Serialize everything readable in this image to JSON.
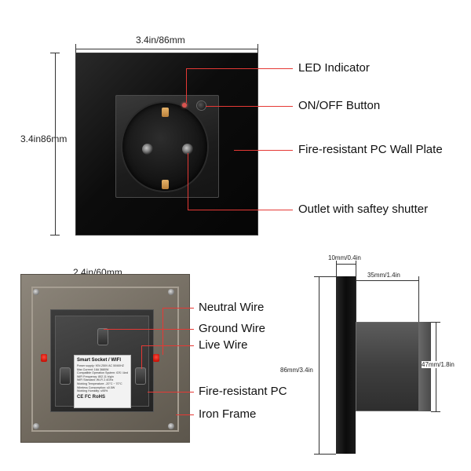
{
  "front": {
    "width_label": "3.4in/86mm",
    "height_label": "3.4in86mm",
    "callouts": [
      {
        "label": "LED Indicator"
      },
      {
        "label": "ON/OFF Button"
      },
      {
        "label": "Fire-resistant PC Wall Plate"
      },
      {
        "label": "Outlet with saftey shutter"
      }
    ]
  },
  "back": {
    "width_label": "2.4in/60mm",
    "callouts": [
      {
        "label": "Neutral Wire"
      },
      {
        "label": "Ground Wire"
      },
      {
        "label": "Live Wire"
      },
      {
        "label": "Fire-resistant PC"
      },
      {
        "label": "Iron Frame"
      }
    ],
    "info_card": {
      "title": "Smart Socket / WIFI",
      "lines": [
        "Power supply: 90V-250V AC 50/60HZ",
        "Max Current: 16A  3680W",
        "Compatible Operation System: iOS / Android",
        "WiFi Frequency: 802.11 b/g/n",
        "WiFi Standard: Wi-Fi 2.4GHz",
        "Working Temperature: -20°C ~ 70°C",
        "Wireless Consumption: ≤0.5W",
        "Working Humidity: ≤95%"
      ],
      "certs": "CE  FC  RoHS"
    }
  },
  "side": {
    "thickness_label": "10mm/0.4in",
    "depth_label": "35mm/1.4in",
    "height_label": "86mm/3.4in",
    "box_height_label": "47mm/1.8in"
  },
  "colors": {
    "callout_line": "#e53935",
    "plate": "#0c0c0c"
  }
}
